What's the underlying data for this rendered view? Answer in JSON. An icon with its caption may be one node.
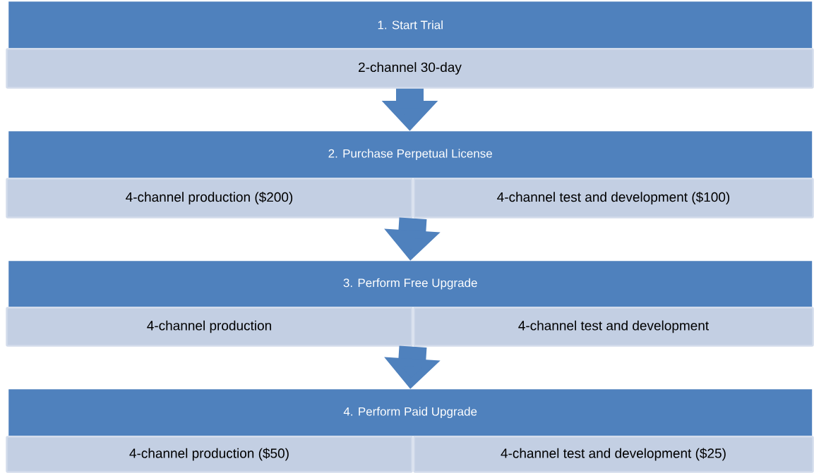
{
  "diagram": {
    "nodes": [
      {
        "text": [
          "1. Start Trial"
        ]
      },
      {
        "text": [
          "2-channel 30-day"
        ]
      },
      {
        "text": [
          "2. Purchase Perpetual License"
        ]
      },
      {
        "text": [
          "4-channel production ($200)"
        ]
      },
      {
        "text": [
          "4-channel test and development ($100)"
        ]
      },
      {
        "text": [
          "3. Perform Free Upgrade"
        ]
      },
      {
        "text": [
          "4-channel production"
        ]
      },
      {
        "text": [
          "4-channel test and development"
        ]
      },
      {
        "text": [
          "4. Perform Paid Upgrade"
        ]
      },
      {
        "text": [
          "4-channel production ($50)"
        ]
      },
      {
        "text": [
          "4-channel test and development ($25)"
        ]
      }
    ],
    "edges": [
      {
        "from": 1,
        "to": 2,
        "arrow": "to"
      },
      {
        "from": 3,
        "to": 5,
        "arrow": "to"
      },
      {
        "from": 4,
        "to": 5,
        "arrow": "to"
      },
      {
        "from": 6,
        "to": 8,
        "arrow": "to"
      },
      {
        "from": 7,
        "to": 8,
        "arrow": "to"
      }
    ]
  }
}
